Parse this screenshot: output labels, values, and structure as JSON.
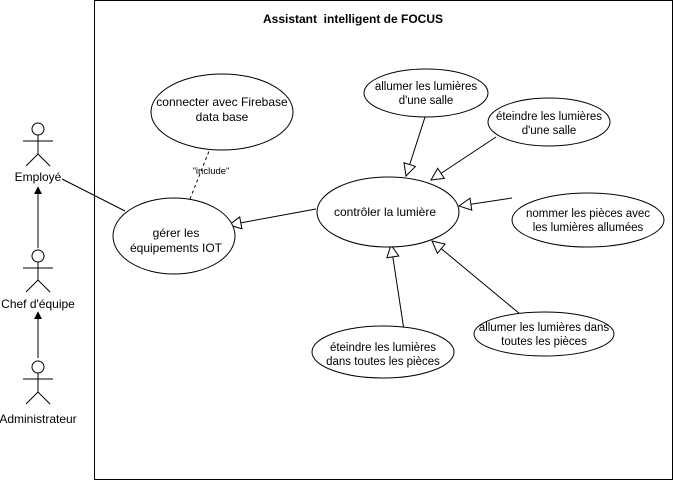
{
  "system": {
    "title": "Assistant  intelligent de FOCUS"
  },
  "actors": {
    "employee": "Employé",
    "team_lead": "Chef d'équipe",
    "admin": "Administrateur"
  },
  "use_cases": {
    "firebase": [
      "connecter avec Firebase",
      "data base"
    ],
    "iot": [
      "gérer les",
      "équipements IOT"
    ],
    "lights": [
      "contrôler la lumière"
    ],
    "on_room": [
      "allumer les lumières",
      "d'une salle"
    ],
    "off_room": [
      "éteindre les lumières",
      "d'une salle"
    ],
    "name_rooms": [
      "nommer les pièces avec",
      "les lumières allumées"
    ],
    "on_all": [
      "allumer les lumières dans",
      "toutes les pièces"
    ],
    "off_all": [
      "éteindre les lumières",
      "dans toutes les pièces"
    ]
  },
  "labels": {
    "include": "\"include\""
  },
  "colors": {
    "line": "#000000",
    "fill": "#ffffff"
  }
}
